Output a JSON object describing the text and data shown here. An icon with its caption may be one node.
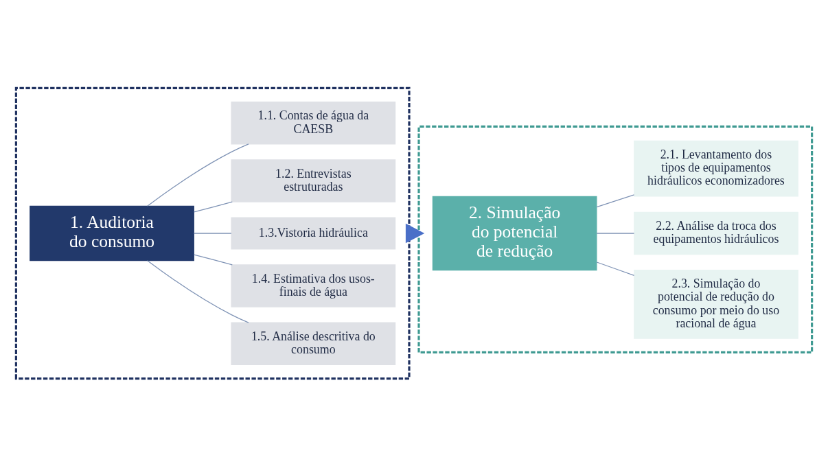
{
  "diagram": {
    "nodes": [
      {
        "text": [],
        "shape": "box"
      },
      {
        "text": [
          "1. Auditoria do consumo"
        ],
        "in": 0
      },
      {
        "text": [
          "1.1. Contas de água da CAESB"
        ],
        "in": 0
      },
      {
        "text": [
          "1.2. Entrevistas estruturadas"
        ],
        "in": 0
      },
      {
        "text": [
          "1.3.Vistoria hidráulica"
        ],
        "in": 0
      },
      {
        "text": [
          "1.4. Estimativa dos usos-finais de água"
        ],
        "in": 0
      },
      {
        "text": [
          "1.5. Análise descritiva do consumo"
        ],
        "in": 0
      },
      {
        "text": [],
        "shape": "box"
      },
      {
        "text": [
          "2. Simulação do potencial de redução"
        ],
        "in": 7
      },
      {
        "text": [
          "2.1. Levantamento dos tipos de equipamentos hidráulicos economizadores"
        ],
        "in": 7
      },
      {
        "text": [
          "2.2. Análise da troca dos equipamentos hidráulicos"
        ],
        "in": 7
      },
      {
        "text": [
          "2.3. Simulação do potencial de redução do consumo por meio do uso racional de água"
        ],
        "in": 7
      }
    ],
    "edges": [
      {
        "from": 1,
        "to": 2,
        "arrow": "none"
      },
      {
        "from": 1,
        "to": 3,
        "arrow": "none"
      },
      {
        "from": 1,
        "to": 4,
        "arrow": "none"
      },
      {
        "from": 1,
        "to": 5,
        "arrow": "none"
      },
      {
        "from": 1,
        "to": 6,
        "arrow": "none"
      },
      {
        "from": 0,
        "to": 7,
        "arrow": "to",
        "style": "thick",
        "color": "#4a6fc8"
      },
      {
        "from": 8,
        "to": 9,
        "arrow": "none"
      },
      {
        "from": 8,
        "to": 10,
        "arrow": "none"
      },
      {
        "from": 8,
        "to": 11,
        "arrow": "none"
      }
    ]
  }
}
